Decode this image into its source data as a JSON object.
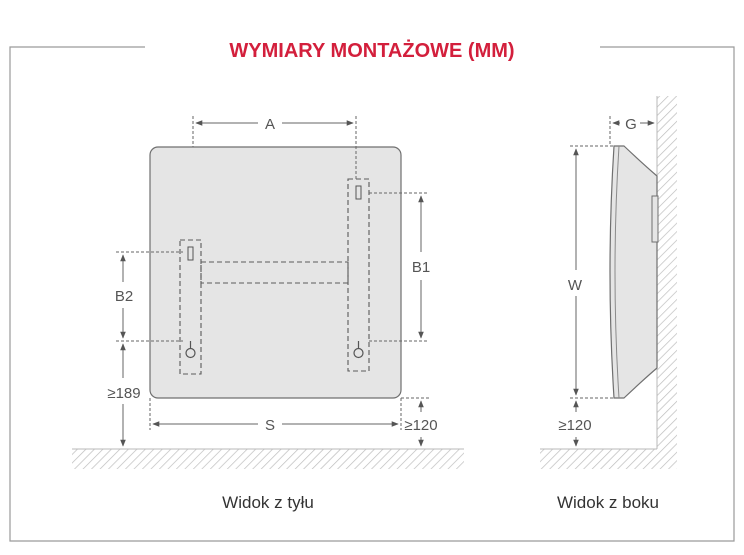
{
  "title": "WYMIARY MONTAŻOWE (MM)",
  "colors": {
    "title": "#d31f3c",
    "frame": "#9a9a9a",
    "panel_fill": "#e4e4e4",
    "panel_stroke": "#6f6f6f",
    "dim_line": "#666666",
    "dim_text": "#555555",
    "caption": "#333333",
    "hatch": "#b8b8b8"
  },
  "rear_view": {
    "caption": "Widok z tyłu",
    "labels": {
      "a": "A",
      "b1": "B1",
      "b2": "B2",
      "floor": "≥189",
      "s": "S",
      "clearance": "≥120"
    }
  },
  "side_view": {
    "caption": "Widok z boku",
    "labels": {
      "g": "G",
      "w": "W",
      "clearance": "≥120"
    }
  }
}
